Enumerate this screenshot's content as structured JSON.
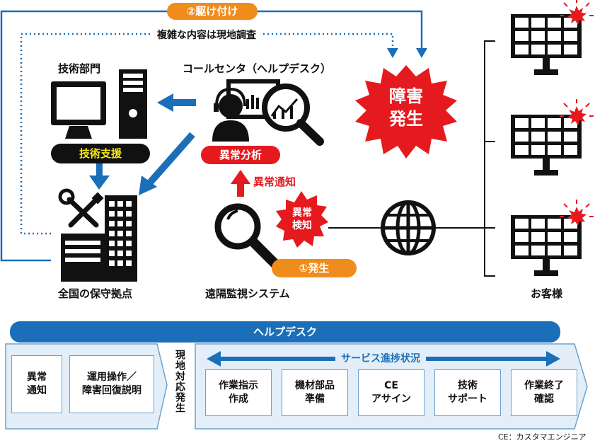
{
  "colors": {
    "blue": "#1a6fb8",
    "orange": "#f08c1c",
    "red": "#e51a1f",
    "light_blue": "#e3eef8",
    "dark": "#111111"
  },
  "labels": {
    "dispatch": "②駆け付け",
    "complex_note": "複雑な内容は現地調査",
    "tech_dept": "技術部門",
    "call_center": "コールセンタ（ヘルプデスク）",
    "tech_support": "技術支援",
    "anomaly_analysis": "異常分析",
    "anomaly_notice": "異常通知",
    "anomaly_detect": "異常\n検知",
    "occurrence": "①発生",
    "fault_occurrence": "障害\n発生",
    "maintenance_base": "全国の保守拠点",
    "remote_monitoring": "遠隔監視システム",
    "customer": "お客様"
  },
  "icons": [
    "computer-icon",
    "operator-icon",
    "magnifier-chart-icon",
    "magnifier-icon",
    "tools-icon",
    "building-icon",
    "globe-icon",
    "solar-panel-icon",
    "alert-burst-icon"
  ],
  "flow": {
    "title": "ヘルプデスク",
    "steps_left": [
      "異常\n通知",
      "運用操作／\n障害回復説明"
    ],
    "onsite": "現地対応発生",
    "progress_label": "サービス進捗状況",
    "steps_right": [
      "作業指示\n作成",
      "機材部品\n準備",
      "CE\nアサイン",
      "技術\nサポート",
      "作業終了\n確認"
    ]
  },
  "footnote": "CE：カスタマエンジニア"
}
